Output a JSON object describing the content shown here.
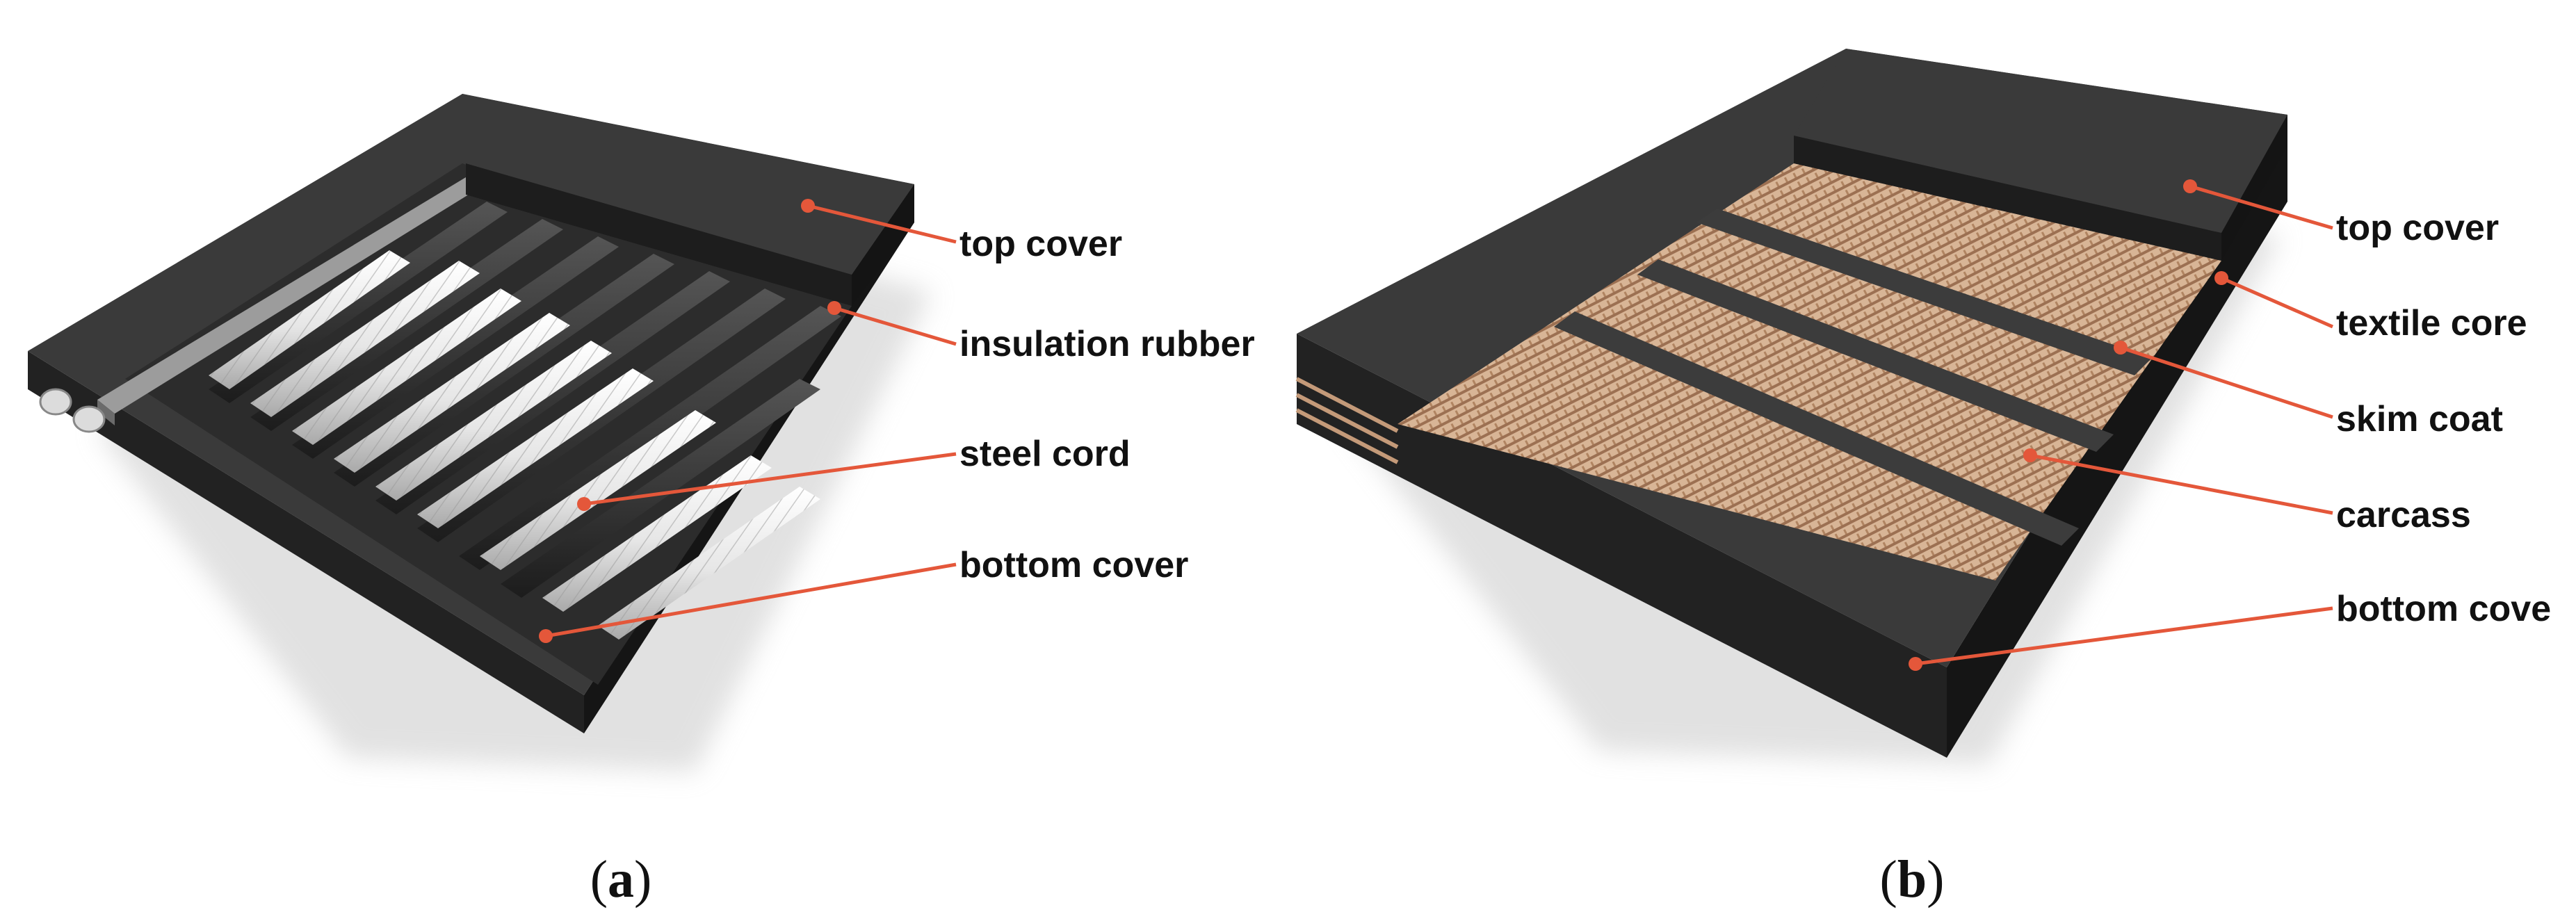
{
  "figure": {
    "panel_a": {
      "caption_open": "(",
      "caption_letter": "a",
      "caption_close": ")",
      "labels": {
        "top_cover": "top cover",
        "insulation_rubber": "insulation rubber",
        "steel_cord": "steel cord",
        "bottom_cover": "bottom cover"
      }
    },
    "panel_b": {
      "caption_open": "(",
      "caption_letter": "b",
      "caption_close": ")",
      "labels": {
        "top_cover": "top cover",
        "textile_core": "textile core",
        "skim_coat": "skim coat",
        "carcass": "carcass",
        "bottom_cover": "bottom cove"
      }
    }
  },
  "colors": {
    "rubber_top": "#3b3b3b",
    "rubber_side": "#1f1f1f",
    "leader": "#e4573a",
    "steel": "#e9e9e9",
    "textile": "#c49a79"
  }
}
